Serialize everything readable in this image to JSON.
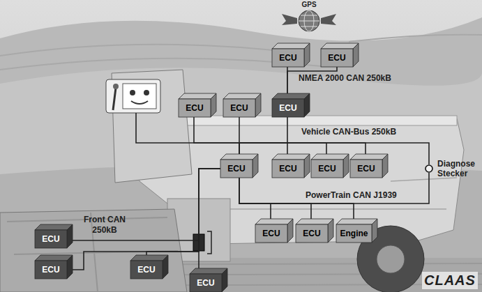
{
  "diagram": {
    "nodes": [
      {
        "text": [
          "ECU"
        ]
      },
      {
        "text": [
          "ECU"
        ]
      },
      {
        "text": [
          "ECU"
        ]
      },
      {
        "text": [
          "ECU"
        ]
      },
      {
        "text": [
          "ECU"
        ]
      },
      {
        "text": [
          "ECU"
        ]
      },
      {
        "text": [
          "ECU"
        ]
      },
      {
        "text": [
          "ECU"
        ]
      },
      {
        "text": [
          "ECU"
        ]
      },
      {
        "text": [
          "Diagnose Stecker"
        ]
      },
      {
        "text": [
          "ECU"
        ]
      },
      {
        "text": [
          "ECU"
        ]
      },
      {
        "text": [
          "Engine"
        ]
      },
      {
        "text": [
          "ECU"
        ]
      },
      {
        "text": [
          "ECU"
        ]
      },
      {
        "text": [
          "ECU"
        ]
      },
      {
        "text": [
          "ECU"
        ]
      }
    ],
    "edges": [
      {
        "from": 4,
        "to": 0,
        "arrow": "none"
      },
      {
        "from": 4,
        "to": 1,
        "arrow": "none"
      },
      {
        "from": 5,
        "to": 2,
        "arrow": "none"
      },
      {
        "from": 5,
        "to": 3,
        "arrow": "none"
      },
      {
        "from": 5,
        "to": 4,
        "arrow": "none"
      },
      {
        "from": 5,
        "to": 6,
        "arrow": "none"
      },
      {
        "from": 5,
        "to": 7,
        "arrow": "none"
      },
      {
        "from": 5,
        "to": 8,
        "arrow": "none"
      },
      {
        "from": 5,
        "to": 9,
        "arrow": "none"
      },
      {
        "from": 5,
        "to": 10,
        "arrow": "none"
      },
      {
        "from": 5,
        "to": 11,
        "arrow": "none"
      },
      {
        "from": 5,
        "to": 12,
        "arrow": "none"
      },
      {
        "from": 5,
        "to": 9,
        "arrow": "none"
      },
      {
        "from": 5,
        "to": 13,
        "arrow": "none"
      },
      {
        "from": 5,
        "to": 14,
        "arrow": "none"
      },
      {
        "from": 5,
        "to": 15,
        "arrow": "none"
      },
      {
        "from": 5,
        "to": 16,
        "arrow": "none"
      }
    ],
    "labels": [
      "GPS",
      "NMEA 2000 CAN 250kB",
      "Vehicle CAN-Bus 250kB",
      "PowerTrain CAN J1939",
      "Front CAN 250kB",
      "CLAAS"
    ]
  }
}
